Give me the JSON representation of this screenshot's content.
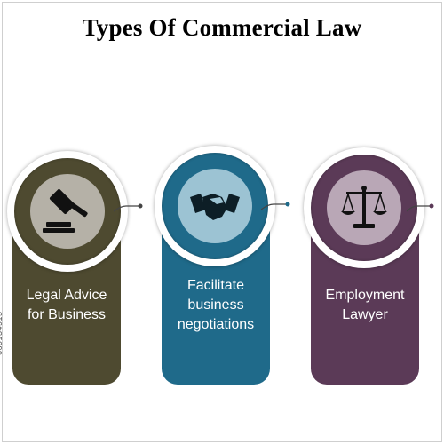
{
  "title": "Types Of Commercial Law",
  "side_id": "669134915",
  "items": [
    {
      "label": "Legal Advice for Business",
      "icon": "gavel-icon",
      "color": "#4e4a30",
      "disc": "#b5b1a7"
    },
    {
      "label": "Facilitate business negotiations",
      "icon": "handshake-icon",
      "color": "#1f6a8a",
      "disc": "#9cc3d3"
    },
    {
      "label": "Employment Lawyer",
      "icon": "scales-icon",
      "color": "#5b3a57",
      "disc": "#b9a7b6"
    }
  ]
}
